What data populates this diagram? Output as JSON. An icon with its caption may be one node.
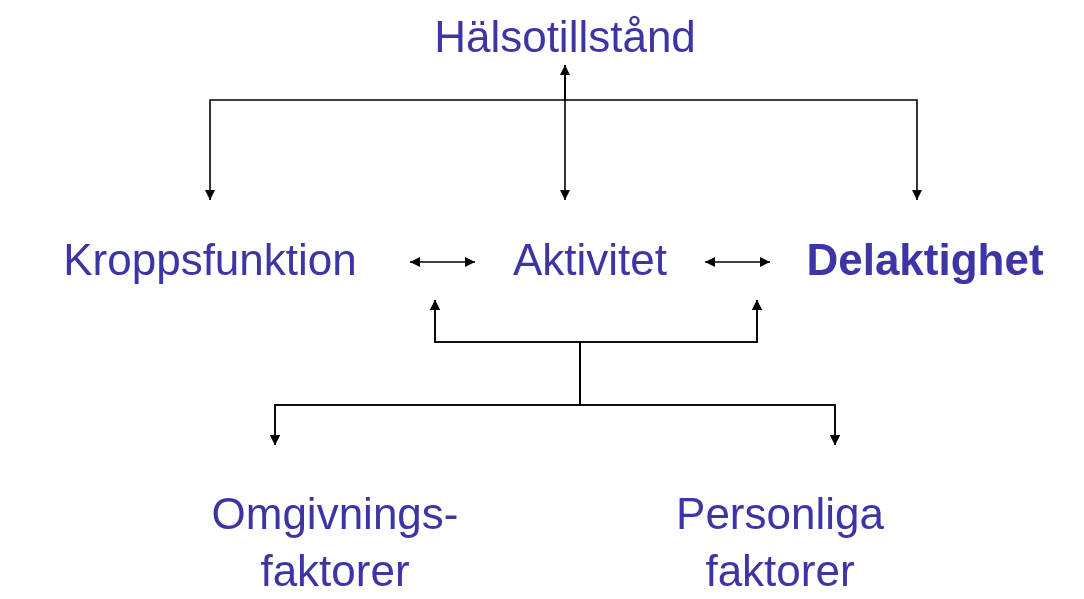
{
  "diagram": {
    "nodes": [
      {
        "text": [
          "Hälsotillstånd"
        ]
      },
      {
        "text": [
          "Kroppsfunktion"
        ]
      },
      {
        "text": [
          "Aktivitet"
        ]
      },
      {
        "text": [
          "Delaktighet"
        ]
      },
      {
        "text": [
          "Omgivnings- faktorer"
        ]
      },
      {
        "text": [
          "Personliga faktorer"
        ]
      }
    ],
    "edges": [
      {
        "from": 0,
        "to": 2,
        "arrow": "both"
      },
      {
        "from": 0,
        "to": 1,
        "arrow": "to"
      },
      {
        "from": 0,
        "to": 3,
        "arrow": "to"
      },
      {
        "from": 1,
        "to": 2,
        "arrow": "both"
      },
      {
        "from": 2,
        "to": 3,
        "arrow": "both"
      },
      {
        "from": 4,
        "to": 1,
        "arrow": "both"
      },
      {
        "from": 4,
        "to": 3,
        "arrow": "both"
      },
      {
        "from": 5,
        "to": 1,
        "arrow": "both"
      },
      {
        "from": 5,
        "to": 3,
        "arrow": "both"
      }
    ]
  }
}
